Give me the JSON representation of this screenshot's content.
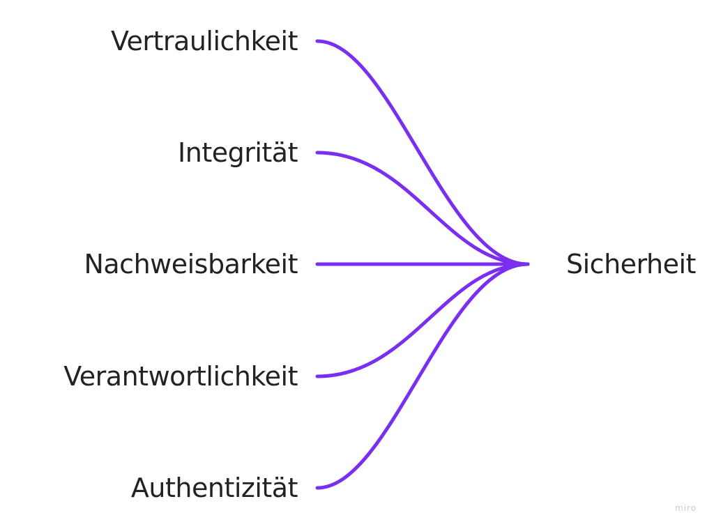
{
  "sources": [
    {
      "label": "Vertraulichkeit"
    },
    {
      "label": "Integrität"
    },
    {
      "label": "Nachweisbarkeit"
    },
    {
      "label": "Verantwortlichkeit"
    },
    {
      "label": "Authentizität"
    }
  ],
  "target": {
    "label": "Sicherheit"
  },
  "connector_color": "#7A2FF0",
  "watermark": "miro"
}
